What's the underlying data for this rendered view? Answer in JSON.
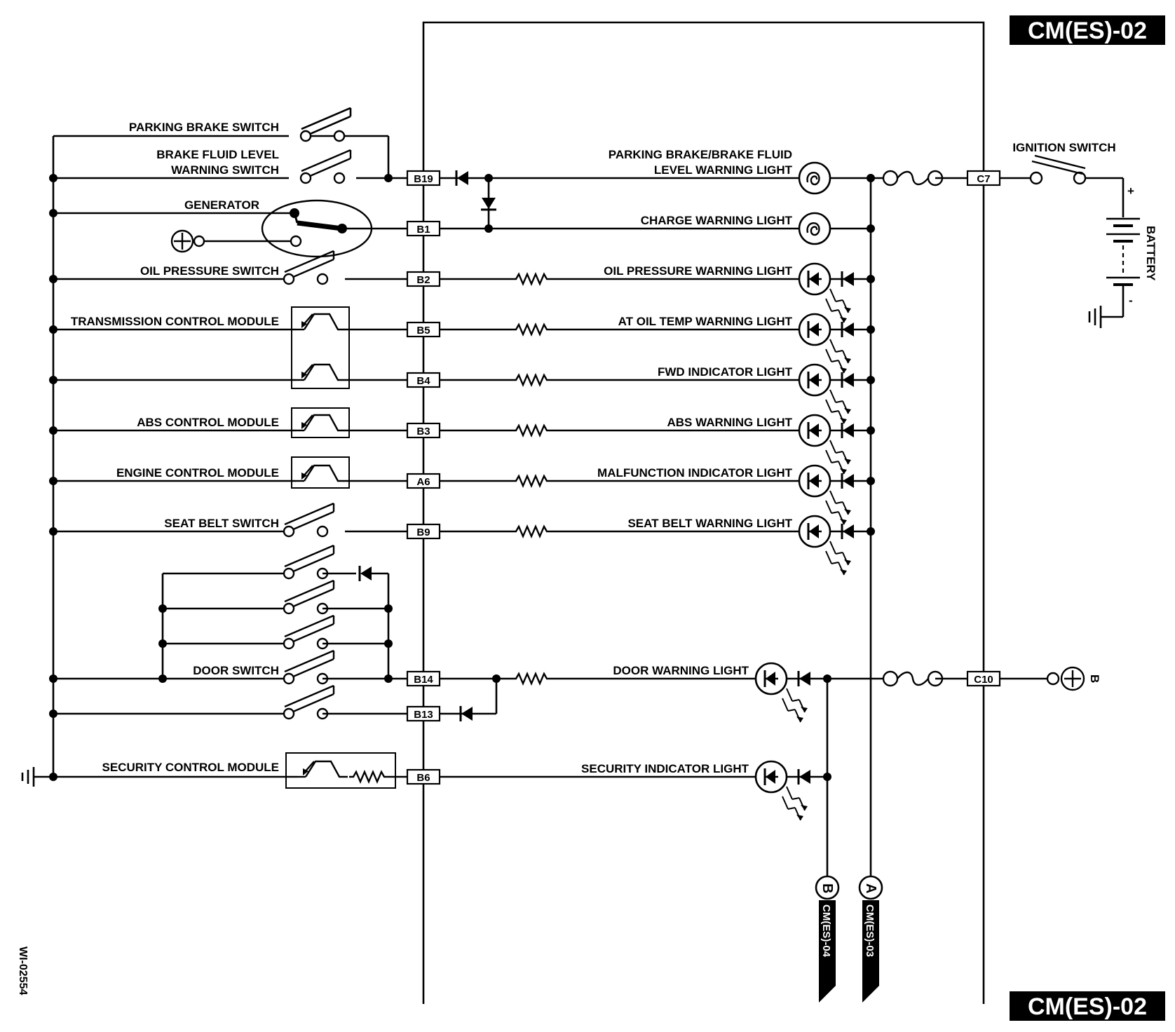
{
  "page_tags": {
    "top": "CM(ES)-02",
    "bottom": "CM(ES)-02"
  },
  "figure_id": "WI-02554",
  "left_components": {
    "parking_brake_switch": "PARKING BRAKE SWITCH",
    "brake_fluid_level_line1": "BRAKE FLUID LEVEL",
    "brake_fluid_level_line2": "WARNING SWITCH",
    "generator": "GENERATOR",
    "oil_pressure_switch": "OIL PRESSURE SWITCH",
    "transmission_control_module": "TRANSMISSION CONTROL MODULE",
    "abs_control_module": "ABS CONTROL MODULE",
    "engine_control_module": "ENGINE CONTROL MODULE",
    "seat_belt_switch": "SEAT BELT SWITCH",
    "door_switch": "DOOR SWITCH",
    "security_control_module": "SECURITY CONTROL MODULE"
  },
  "lights": {
    "parking_brake_line1": "PARKING BRAKE/BRAKE FLUID",
    "parking_brake_line2": "LEVEL WARNING LIGHT",
    "charge": "CHARGE WARNING LIGHT",
    "oil_pressure": "OIL PRESSURE WARNING LIGHT",
    "at_oil_temp": "AT OIL TEMP WARNING LIGHT",
    "fwd": "FWD INDICATOR LIGHT",
    "abs": "ABS WARNING LIGHT",
    "malfunction": "MALFUNCTION INDICATOR LIGHT",
    "seat_belt": "SEAT BELT WARNING LIGHT",
    "door": "DOOR WARNING LIGHT",
    "security": "SECURITY INDICATOR LIGHT"
  },
  "pins": {
    "b19": "B19",
    "b1": "B1",
    "b2": "B2",
    "b5": "B5",
    "b4": "B4",
    "b3": "B3",
    "a6": "A6",
    "b9": "B9",
    "b14": "B14",
    "b13": "B13",
    "b6": "B6",
    "c7": "C7",
    "c10": "C10"
  },
  "right_side": {
    "ignition_switch": "IGNITION SWITCH",
    "battery": "BATTERY",
    "battery_plus": "+",
    "battery_minus": "-",
    "b_supply": "B"
  },
  "connectors": {
    "b_letter": "B",
    "b_ref": "CM(ES)-04",
    "a_letter": "A",
    "a_ref": "CM(ES)-03"
  }
}
